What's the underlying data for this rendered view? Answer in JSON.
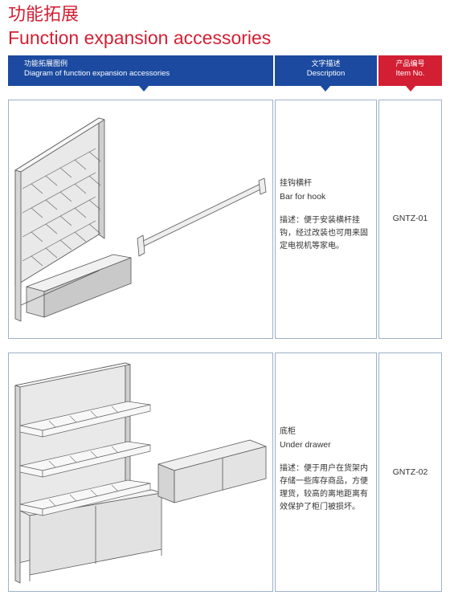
{
  "header": {
    "title_cn": "功能拓展",
    "title_en": "Function expansion accessories"
  },
  "columns": {
    "diagram": {
      "cn": "功能拓展图例",
      "en": "Diagram of function expansion accessories"
    },
    "description": {
      "cn": "文字描述",
      "en": "Description"
    },
    "item": {
      "cn": "产品编号",
      "en": "Item No."
    }
  },
  "rows": [
    {
      "name_cn": "挂钩横杆",
      "name_en": "Bar for hook",
      "description": "描述：便于安装横杆挂钩，经过改装也可用来固定电视机等家电。",
      "item_no": "GNTZ-01"
    },
    {
      "name_cn": "底柜",
      "name_en": "Under drawer",
      "description": "描述：便于用户在货架内存储一些库存商品，方便理货，较高的离地距离有效保护了柜门被损坏。",
      "item_no": "GNTZ-02"
    }
  ],
  "icons": [
    "hook-shelf-illustration",
    "hook-bar-illustration",
    "basket-shelf-illustration",
    "under-drawer-illustration"
  ],
  "colors": {
    "accent_red": "#d21f34",
    "header_blue": "#1b4aa0",
    "border": "#9fb0c7"
  }
}
